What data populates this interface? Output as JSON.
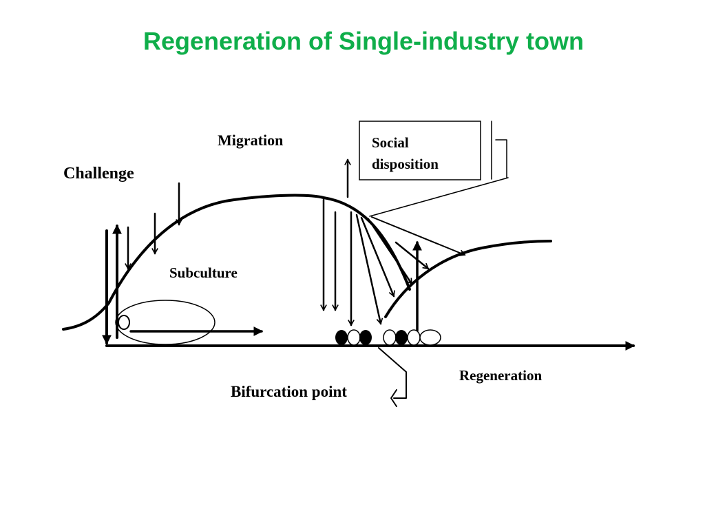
{
  "title": "Regeneration of Single-industry town",
  "colors": {
    "title": "#0fae4a",
    "ink": "#000000",
    "background": "#ffffff"
  },
  "labels": {
    "migration": "Migration",
    "challenge": "Challenge",
    "subculture": "Subculture",
    "social_line1": "Social",
    "social_line2": "disposition",
    "bifurcation": "Bifurcation point",
    "regeneration": "Regeneration"
  }
}
